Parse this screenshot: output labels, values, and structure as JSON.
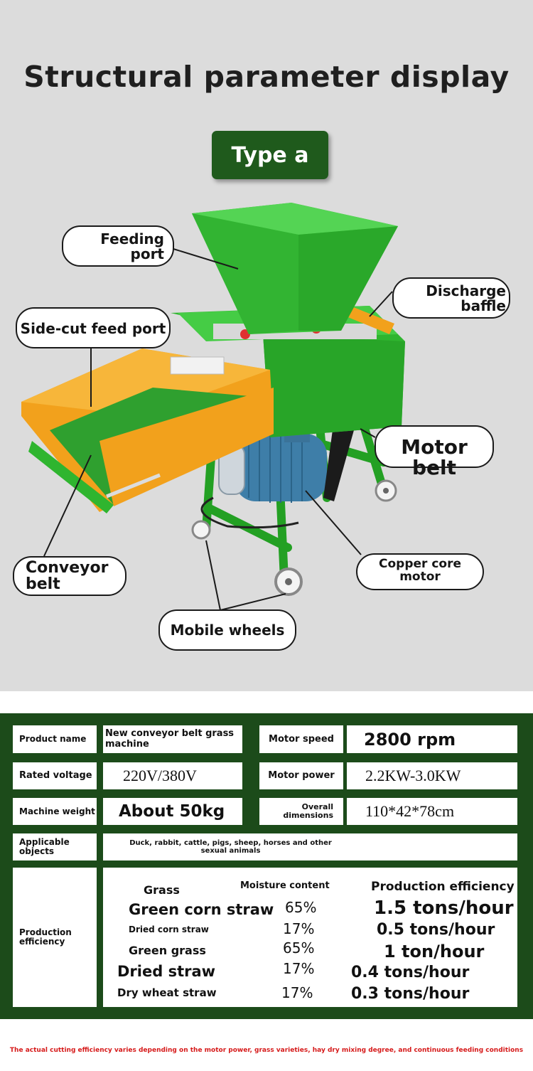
{
  "header": {
    "title": "Structural parameter display",
    "type_label": "Type a"
  },
  "callouts": {
    "feeding_port": "Feeding port",
    "side_cut_feed_port": "Side-cut feed port",
    "discharge_baffle": "Discharge baffle",
    "motor_belt": "Motor belt",
    "conveyor_belt": "Conveyor belt",
    "copper_core_motor": "Copper core motor",
    "mobile_wheels": "Mobile wheels"
  },
  "specs": {
    "product_name_label": "Product name",
    "product_name_value": "New conveyor belt grass machine",
    "motor_speed_label": "Motor speed",
    "motor_speed_value": "2800 rpm",
    "rated_voltage_label": "Rated voltage",
    "rated_voltage_value": "220V/380V",
    "motor_power_label": "Motor power",
    "motor_power_value": "2.2KW-3.0KW",
    "machine_weight_label": "Machine weight",
    "machine_weight_value": "About 50kg",
    "overall_dimensions_label": "Overall dimensions",
    "overall_dimensions_value": "110*42*78cm",
    "applicable_objects_label": "Applicable objects",
    "applicable_objects_value": "Duck, rabbit, cattle, pigs, sheep, horses and other sexual animals",
    "production_efficiency_label": "Production efficiency"
  },
  "efficiency": {
    "col_grass": "Grass",
    "col_moisture": "Moisture content",
    "col_efficiency": "Production efficiency",
    "rows": [
      {
        "grass": "Green corn straw",
        "moisture": "65%",
        "efficiency": "1.5 tons/hour"
      },
      {
        "grass": "Dried corn straw",
        "moisture": "17%",
        "efficiency": "0.5 tons/hour"
      },
      {
        "grass": "Green grass",
        "moisture": "65%",
        "efficiency": "1 ton/hour"
      },
      {
        "grass": "Dried straw",
        "moisture": "17%",
        "efficiency": "0.4 tons/hour"
      },
      {
        "grass": "Dry wheat straw",
        "moisture": "17%",
        "efficiency": "0.3 tons/hour"
      }
    ]
  },
  "footer_note": "The actual cutting efficiency varies depending on the motor power, grass varieties, hay dry mixing degree, and continuous feeding conditions",
  "colors": {
    "machine_green": "#2fb52f",
    "hopper_green": "#3cc43c",
    "tray_orange": "#f2a11c",
    "dark_green_panel": "#1c4b1a",
    "badge_green": "#1f5a1c",
    "note_red": "#d61a1a"
  }
}
